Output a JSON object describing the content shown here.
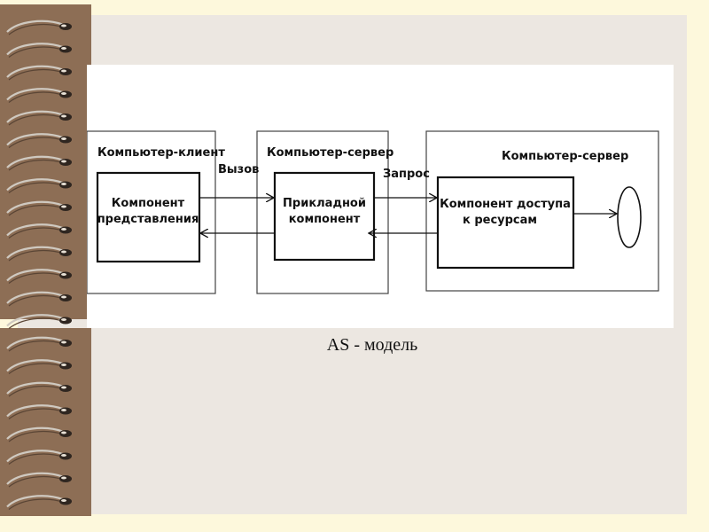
{
  "colors": {
    "paper": "#fdf8dc",
    "page": "#ece7e1",
    "binding": "#8d6e55",
    "diagram_background": "#ffffff",
    "line": "#111111"
  },
  "diagram": {
    "client_box": {
      "title": "Компьютер-клиент",
      "component_line1": "Компонент",
      "component_line2": "представления"
    },
    "server_box": {
      "title": "Компьютер-сервер",
      "component_line1": "Прикладной",
      "component_line2": "компонент"
    },
    "resource_server_box": {
      "title": "Компьютер-сервер",
      "component_line1": "Компонент доступа",
      "component_line2": "к ресурсам"
    },
    "call_label": "Вызов",
    "request_label": "Запрос",
    "resource_shape": "ellipse"
  },
  "caption": "AS - модель",
  "decorations": {
    "spiral_icon": "spiral-binding-coil",
    "spiral_count": 22
  }
}
